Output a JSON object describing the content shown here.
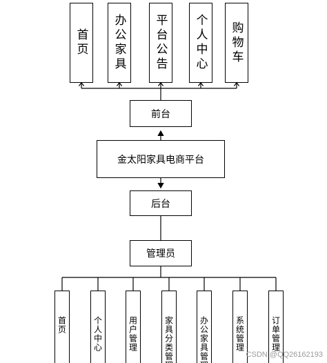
{
  "frontend_modules": [
    "首页",
    "办公家具",
    "平台公告",
    "个人中心",
    "购物车"
  ],
  "frontend_label": "前台",
  "platform_label": "金太阳家具电商平台",
  "backend_label": "后台",
  "admin_label": "管理员",
  "admin_modules": [
    "首页",
    "个人中心",
    "用户管理",
    "家具分类管理",
    "办公家具管理",
    "系统管理",
    "订单管理"
  ],
  "watermark": "CSDN @QQ26162193"
}
